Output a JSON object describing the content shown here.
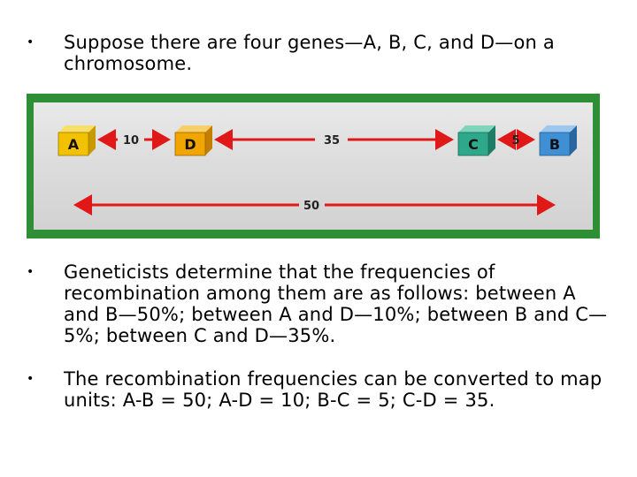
{
  "bullets": [
    "Suppose there are four genes—A, B, C, and D—on a chromosome.",
    "Geneticists determine that the frequencies of recombination among them are as follows: between A and B—50%; between A and D—10%; between B and C—5%; between C and D—35%.",
    "The recombination frequencies can be converted to map units: A-B = 50; A-D = 10; B-C = 5; C-D = 35."
  ],
  "bullet_symbol": "•",
  "map": {
    "genes": [
      {
        "label": "A",
        "color": "#f2c200"
      },
      {
        "label": "D",
        "color": "#f0a500"
      },
      {
        "label": "C",
        "color": "#2ea88a"
      },
      {
        "label": "B",
        "color": "#3f8fd4"
      }
    ],
    "distances": {
      "a_d": "10",
      "d_c": "35",
      "c_b": "5",
      "a_b": "50"
    },
    "colors": {
      "frame": "#2f8f35",
      "arrow": "#e01818"
    }
  }
}
